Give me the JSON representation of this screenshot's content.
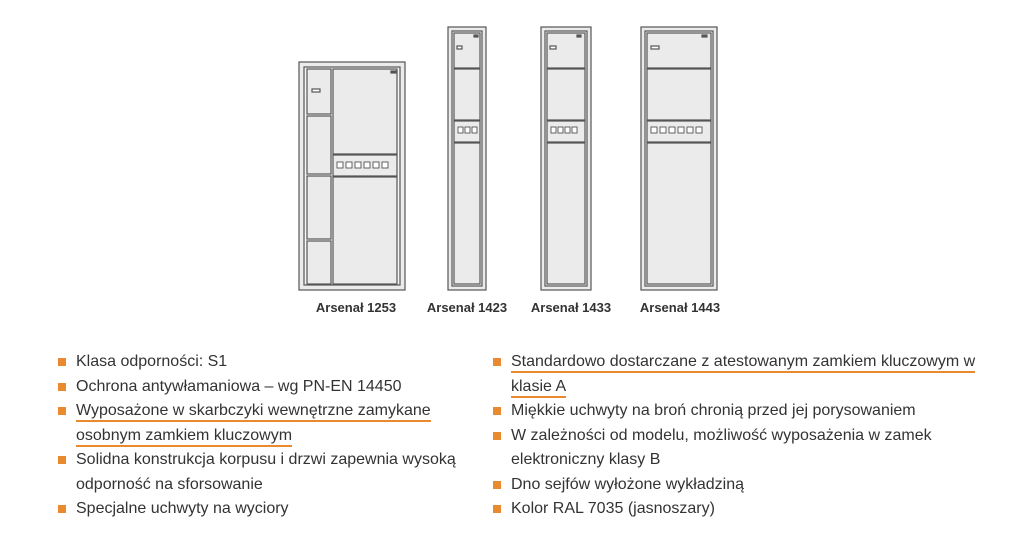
{
  "products": [
    {
      "name": "Arsenał 1253"
    },
    {
      "name": "Arsenał 1423"
    },
    {
      "name": "Arsenał 1433"
    },
    {
      "name": "Arsenał 1443"
    }
  ],
  "features_left": [
    {
      "text": "Klasa odporności: S1",
      "highlight": false
    },
    {
      "text": "Ochrona antywłamaniowa – wg PN-EN 14450",
      "highlight": false
    },
    {
      "text": "Wyposażone w skarbczyki wewnętrzne zamykane osobnym zamkiem kluczowym",
      "highlight": true
    },
    {
      "text": "Solidna konstrukcja korpusu i drzwi zapewnia wysoką odporność na sforsowanie",
      "highlight": false
    },
    {
      "text": "Specjalne uchwyty na wyciory",
      "highlight": false
    }
  ],
  "features_right": [
    {
      "text": "Standardowo dostarczane z atestowanym zamkiem kluczowym w klasie A",
      "highlight": true
    },
    {
      "text": "Miękkie uchwyty na broń chronią przed jej porysowaniem",
      "highlight": false
    },
    {
      "text": "W zależności od modelu, możliwość wyposażenia w zamek elektroniczny klasy B",
      "highlight": false
    },
    {
      "text": "Dno sejfów wyłożone wykładziną",
      "highlight": false
    },
    {
      "text": "Kolor RAL 7035 (jasnoszary)",
      "highlight": false
    }
  ],
  "colors": {
    "accent": "#e98a2f",
    "safe_body": "#ebebeb",
    "outline": "#555555"
  }
}
